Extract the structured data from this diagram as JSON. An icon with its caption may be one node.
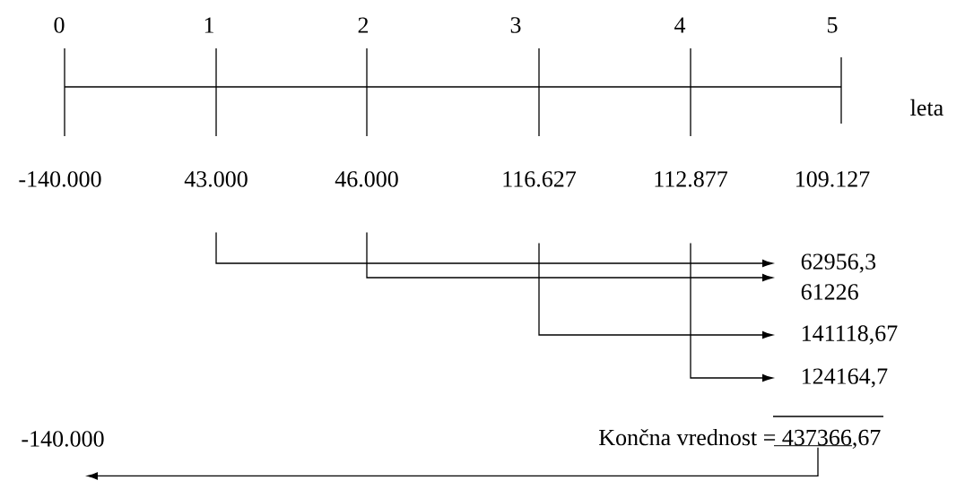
{
  "diagram": {
    "nodes": [
      {
        "text": [
          "43.000"
        ]
      },
      {
        "text": [
          "46.000"
        ]
      },
      {
        "text": [
          "116.627"
        ]
      },
      {
        "text": [
          "112.877"
        ]
      },
      {
        "text": [
          "62956,3"
        ]
      },
      {
        "text": [
          "61226"
        ]
      },
      {
        "text": [
          "141118,67"
        ]
      },
      {
        "text": [
          "124164,7"
        ]
      },
      {
        "text": [
          "Končna vrednost = 437366,67"
        ]
      },
      {
        "text": [
          "-140.000"
        ]
      }
    ],
    "edges": [
      {
        "from": 0,
        "to": 4,
        "arrow": "to"
      },
      {
        "from": 1,
        "to": 5,
        "arrow": "to"
      },
      {
        "from": 2,
        "to": 6,
        "arrow": "to"
      },
      {
        "from": 3,
        "to": 7,
        "arrow": "to"
      },
      {
        "from": 8,
        "to": 9,
        "arrow": "to"
      }
    ],
    "labels": [
      "0",
      "1",
      "2",
      "3",
      "4",
      "5",
      "leta",
      "-140.000",
      "109.127"
    ]
  }
}
